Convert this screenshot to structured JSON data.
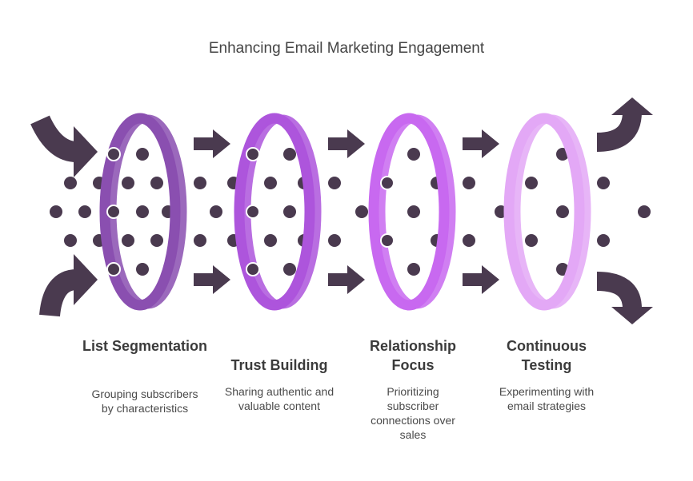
{
  "title": "Enhancing Email Marketing Engagement",
  "colors": {
    "arrow": "#4a3a4f",
    "dot": "#4a3a4f",
    "step1": "#8a4fb0",
    "step2": "#ad55dc",
    "step3": "#c869f0",
    "step4": "#e3a8f6"
  },
  "steps": [
    {
      "title": "List Segmentation",
      "description": "Grouping subscribers by characteristics",
      "color": "#8a4fb0"
    },
    {
      "title": "Trust Building",
      "description": "Sharing authentic and valuable content",
      "color": "#ad55dc"
    },
    {
      "title": "Relationship Focus",
      "description": "Prioritizing subscriber connections over sales",
      "color": "#c869f0"
    },
    {
      "title": "Continuous Testing",
      "description": "Experimenting with email strategies",
      "color": "#e3a8f6"
    }
  ]
}
